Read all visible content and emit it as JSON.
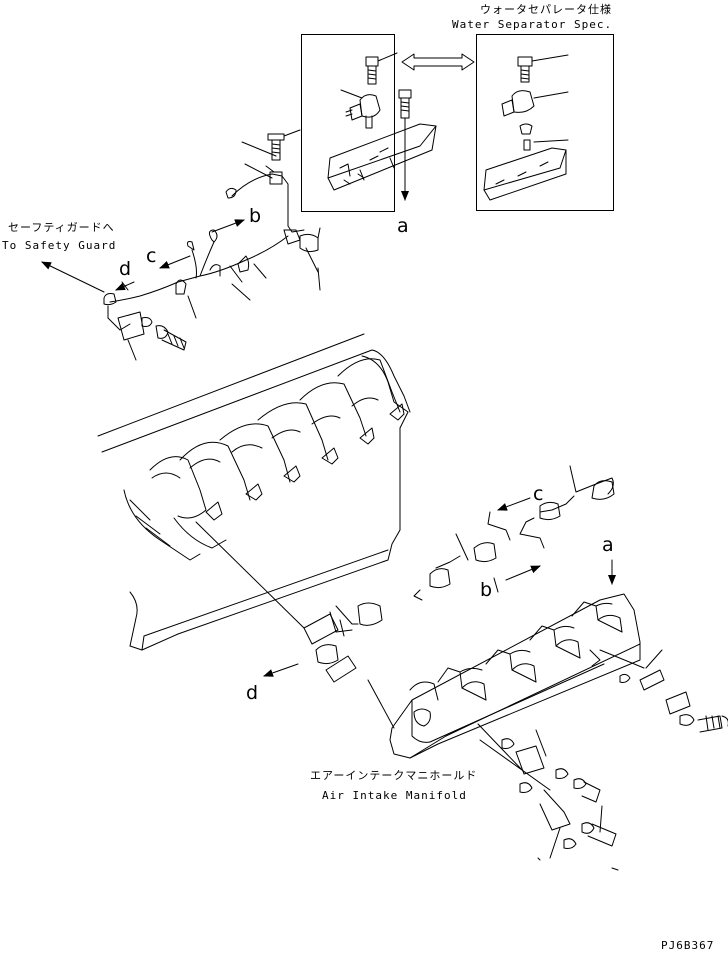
{
  "labels": {
    "water_sep_jp": "ウォータセパレータ仕様",
    "water_sep_en": "Water Separator Spec.",
    "safety_jp": "セーフティガードへ",
    "safety_en": "To Safety Guard",
    "manifold_jp": "エアーインテークマニホールド",
    "manifold_en": "Air Intake Manifold",
    "drawing_code": "PJ6B367"
  },
  "callouts": {
    "a_top": "a",
    "a_bottom": "a",
    "b_top": "b",
    "b_bottom": "b",
    "c_top": "c",
    "c_bottom": "c",
    "d_top": "d",
    "d_bottom": "d"
  }
}
